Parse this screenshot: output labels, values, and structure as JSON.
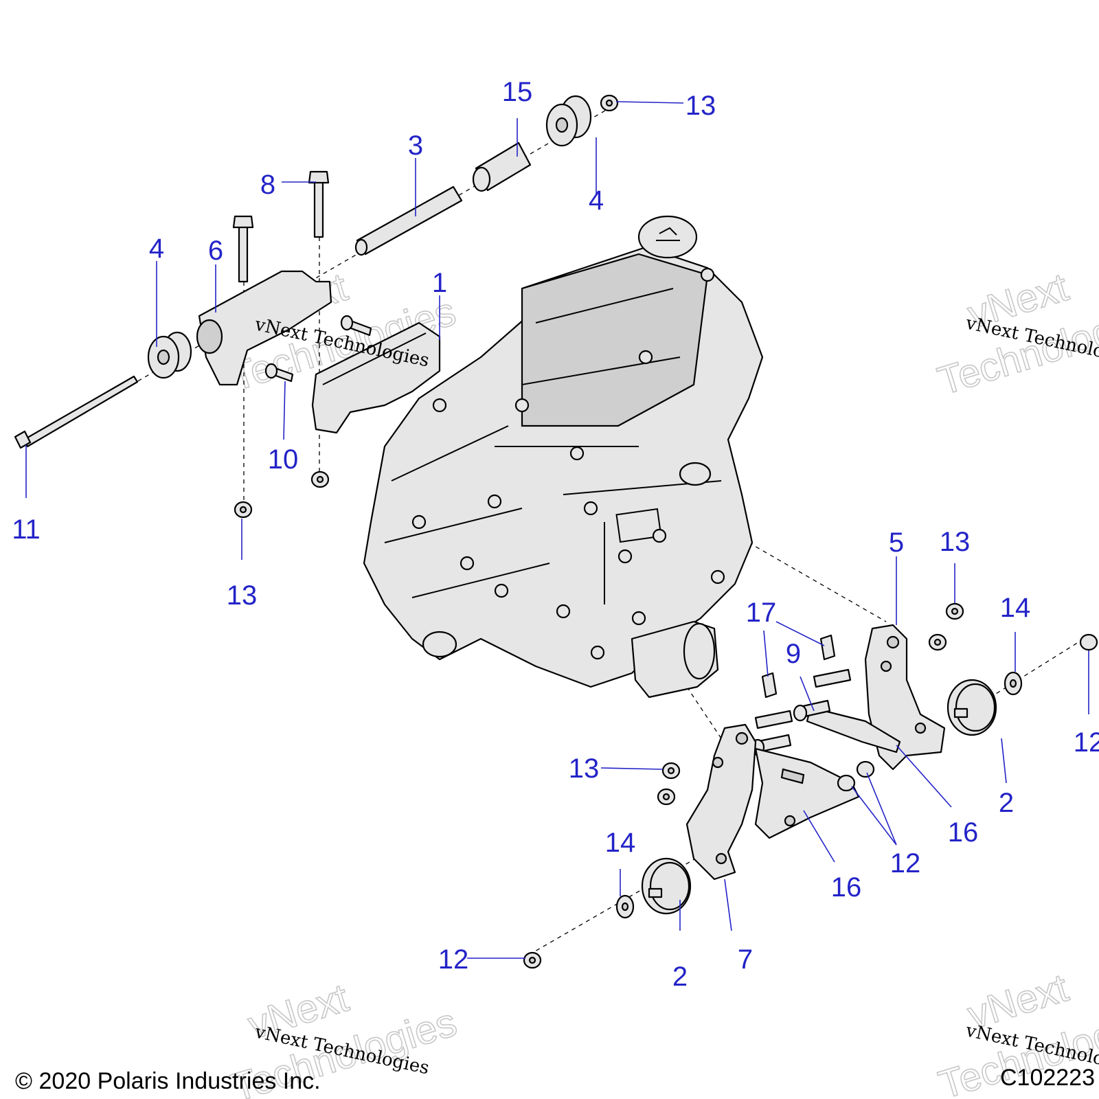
{
  "callouts": [
    "1",
    "2",
    "3",
    "4",
    "5",
    "6",
    "7",
    "8",
    "9",
    "10",
    "11",
    "12",
    "13",
    "14",
    "15",
    "16",
    "17"
  ],
  "watermark": {
    "brand": "vNext",
    "word": "Technologies",
    "full": "vNext Technologies"
  },
  "footer": {
    "copyright": "© 2020 Polaris Industries Inc.",
    "code": "C102223"
  },
  "colors": {
    "callout": "#2323c8",
    "part_fill": "#e6e6e6",
    "outline": "#000000"
  }
}
